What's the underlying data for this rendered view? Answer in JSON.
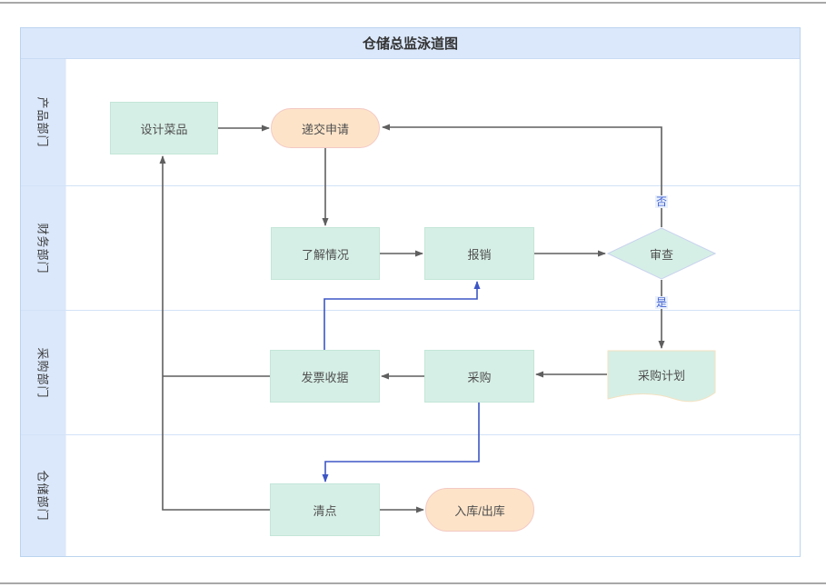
{
  "title": "仓储总监泳道图",
  "lanes": [
    {
      "label": "产品部门"
    },
    {
      "label": "财务部门"
    },
    {
      "label": "采购部门"
    },
    {
      "label": "仓储部门"
    }
  ],
  "nodes": {
    "design": {
      "label": "设计菜品",
      "type": "process",
      "lane": "产品部门"
    },
    "submit": {
      "label": "递交申请",
      "type": "terminator",
      "lane": "产品部门"
    },
    "understand": {
      "label": "了解情况",
      "type": "process",
      "lane": "财务部门"
    },
    "reimburse": {
      "label": "报销",
      "type": "process",
      "lane": "财务部门"
    },
    "review": {
      "label": "审查",
      "type": "decision",
      "lane": "财务部门"
    },
    "invoice": {
      "label": "发票收据",
      "type": "process",
      "lane": "采购部门"
    },
    "purchase": {
      "label": "采购",
      "type": "process",
      "lane": "采购部门"
    },
    "plan": {
      "label": "采购计划",
      "type": "document",
      "lane": "采购部门"
    },
    "count": {
      "label": "清点",
      "type": "process",
      "lane": "仓储部门"
    },
    "inout": {
      "label": "入库/出库",
      "type": "terminator",
      "lane": "仓储部门"
    }
  },
  "edges": [
    {
      "from": "设计菜品",
      "to": "递交申请",
      "label": ""
    },
    {
      "from": "递交申请",
      "to": "了解情况",
      "label": ""
    },
    {
      "from": "了解情况",
      "to": "报销",
      "label": ""
    },
    {
      "from": "报销",
      "to": "审查",
      "label": ""
    },
    {
      "from": "审查",
      "to": "递交申请",
      "label": "否"
    },
    {
      "from": "审查",
      "to": "采购计划",
      "label": "是"
    },
    {
      "from": "采购计划",
      "to": "采购",
      "label": ""
    },
    {
      "from": "采购",
      "to": "发票收据",
      "label": ""
    },
    {
      "from": "发票收据",
      "to": "设计菜品",
      "label": ""
    },
    {
      "from": "发票收据",
      "to": "报销",
      "label": ""
    },
    {
      "from": "采购",
      "to": "清点",
      "label": ""
    },
    {
      "from": "清点",
      "to": "设计菜品",
      "label": ""
    },
    {
      "from": "清点",
      "to": "入库/出库",
      "label": ""
    }
  ],
  "colors": {
    "lane_fill": "#dbe8fb",
    "lane_border": "#d3e2f7",
    "process_fill": "#d6efe6",
    "process_border": "#c3e6d8",
    "terminator_fill": "#fde4c9",
    "terminator_border": "#f3c9c4",
    "decision_fill": "#d6efe6",
    "decision_border": "#c9d3ee",
    "document_fill": "#d6efe6",
    "document_border": "#f3e2c2",
    "connector_gray": "#5f5f5f",
    "connector_blue": "#3d56c5",
    "edge_label_text": "#3f5fd0"
  }
}
